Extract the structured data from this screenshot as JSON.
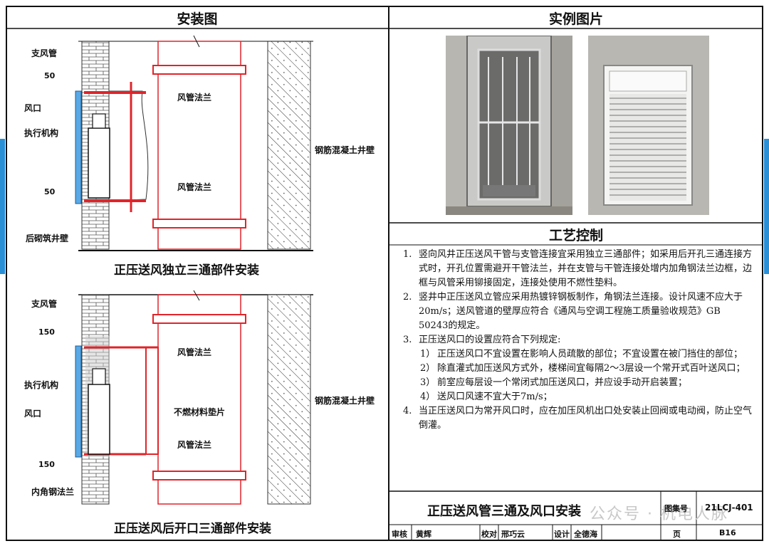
{
  "headers": {
    "install": "安装图",
    "photos": "实例图片",
    "process": "工艺控制"
  },
  "diagram1": {
    "caption": "正压送风独立三通部件安装",
    "labels": {
      "branch_duct": "支风管",
      "vent": "风口",
      "actuator": "执行机构",
      "masonry_wall": "后砌筑井壁",
      "flange_top": "风管法兰",
      "flange_bottom": "风管法兰",
      "concrete_wall": "钢筋混凝土井壁"
    },
    "dims": [
      "50",
      "50"
    ]
  },
  "diagram2": {
    "caption": "正压送风后开口三通部件安装",
    "labels": {
      "branch_duct": "支风管",
      "actuator": "执行机构",
      "vent": "风口",
      "angle_flange": "内角钢法兰",
      "flange_top": "风管法兰",
      "gasket": "不燃材料垫片",
      "flange_bottom": "风管法兰",
      "concrete_wall": "钢筋混凝土井壁"
    },
    "dims": [
      "150",
      "150"
    ]
  },
  "process_notes": [
    {
      "num": "1.",
      "text": "竖向风井正压送风干管与支管连接宜采用独立三通部件；如采用后开孔三通连接方式时，开孔位置需避开干管法兰，并在支管与干管连接处增内加角钢法兰边框，边框与风管采用铆接固定，连接处使用不燃性垫料。"
    },
    {
      "num": "2.",
      "text": "竖井中正压送风立管应采用热镀锌钢板制作，角钢法兰连接。设计风速不应大于20m/s；送风管道的壁厚应符合《通风与空调工程施工质量验收规范》GB 50243的规定。"
    },
    {
      "num": "3.",
      "text": "正压送风口的设置应符合下列规定:"
    },
    {
      "num": "1）",
      "text": "正压送风口不宜设置在影响人员疏散的部位；不宜设置在被门挡住的部位；",
      "sub": true
    },
    {
      "num": "2）",
      "text": "除直灌式加压送风方式外，楼梯间宜每隔2～3层设一个常开式百叶送风口；",
      "sub": true
    },
    {
      "num": "3）",
      "text": "前室应每层设一个常闭式加压送风口，并应设手动开启装置；",
      "sub": true
    },
    {
      "num": "4）",
      "text": "送风口风速不宜大于7m/s；",
      "sub": true
    },
    {
      "num": "4.",
      "text": "当正压送风口为常开风口时，应在加压风机出口处安装止回阀或电动阀，防止空气倒灌。"
    }
  ],
  "title_block": {
    "title": "正压送风管三通及风口安装",
    "atlas_label": "图集号",
    "atlas_no": "21LCJ-401",
    "page_label": "页",
    "page_no": "B16",
    "review_label": "审核",
    "reviewer": "黄辉",
    "check_label": "校对",
    "checker": "邢巧云",
    "design_label": "设计",
    "designer": "全德海"
  },
  "watermark": "公众号 · 机电人脉",
  "colors": {
    "duct_red": "#e0242a",
    "vent_blue": "#5aa9e6",
    "frame": "#111111"
  }
}
